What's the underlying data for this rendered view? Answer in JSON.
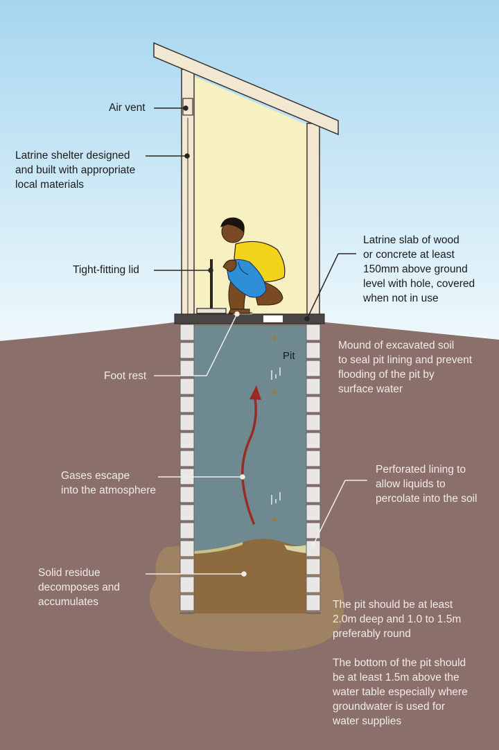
{
  "labels": {
    "air_vent": "Air vent",
    "shelter": "Latrine shelter designed\nand built with appropriate\nlocal materials",
    "lid": "Tight-fitting lid",
    "slab": "Latrine slab of wood\nor concrete at least\n150mm above ground\nlevel with hole, covered\nwhen not in use",
    "mound": "Mound of excavated soil\nto seal pit lining and prevent\nflooding of the pit by\nsurface water",
    "foot_rest": "Foot rest",
    "pit": "Pit",
    "gases": "Gases escape\ninto the atmosphere",
    "lining": "Perforated lining to\nallow liquids to\npercolate into the soil",
    "solid": "Solid residue\ndecomposes and\naccumulates",
    "depth": "The pit should be at least\n2.0m deep and 1.0 to 1.5m\npreferably round",
    "water_table": "The bottom of the pit should\nbe at least 1.5m above the\nwater table especially where\ngroundwater is used for\nwater supplies"
  },
  "colors": {
    "sky_top": "#a9d8f0",
    "sky_bottom": "#eef8fc",
    "soil": "#8a6f6b",
    "pit_water": "#6e8a90",
    "shelter_wall": "#f7f0c0",
    "frame": "#f2e8d2",
    "slab": "#4a4545",
    "sludge": "#8e6a3f",
    "halo": "#a18660",
    "gas_arrow": "#9a2a24",
    "shirt": "#f2d41c",
    "shorts": "#2e8fd6",
    "skin": "#7a4a22"
  }
}
